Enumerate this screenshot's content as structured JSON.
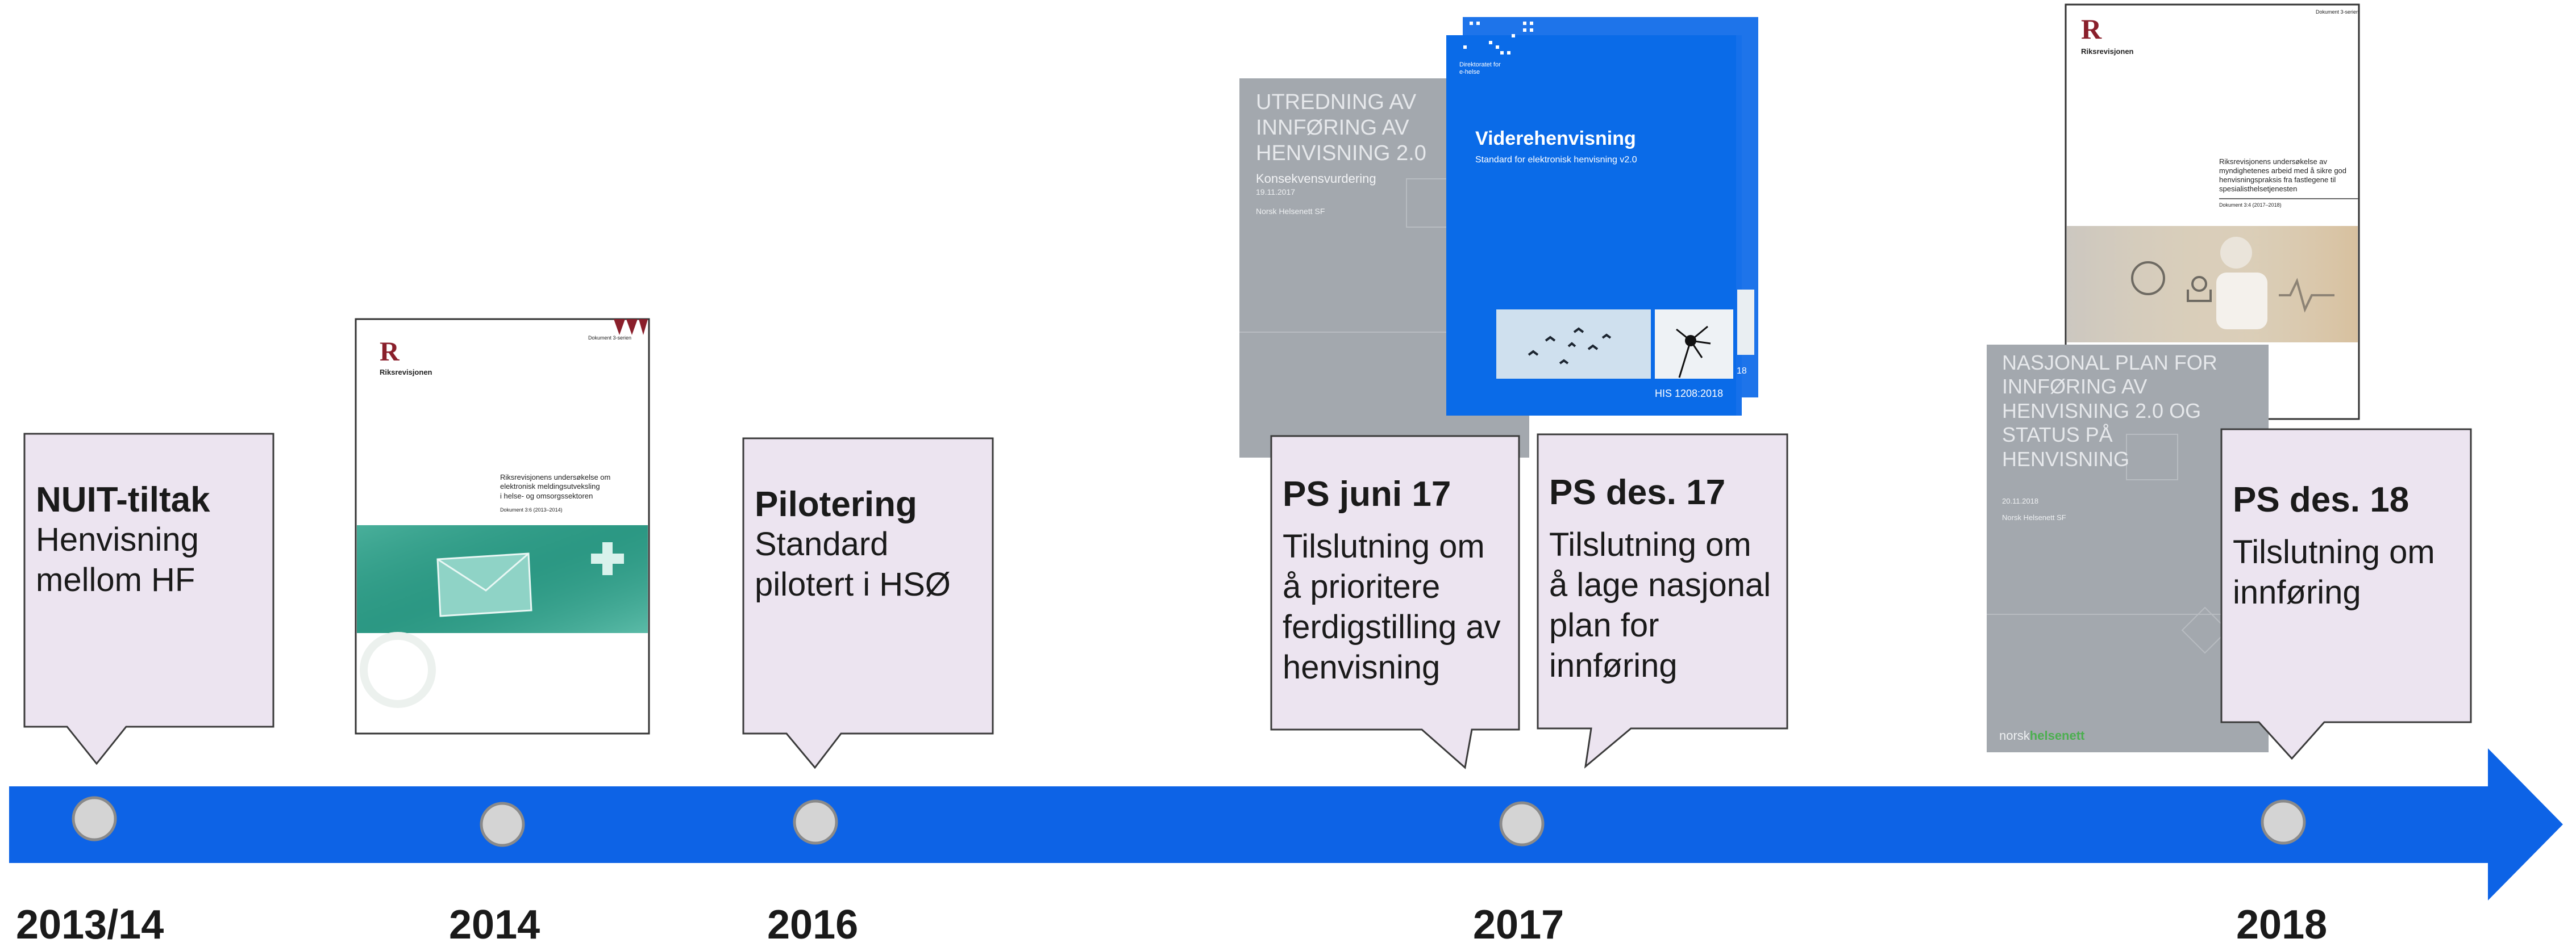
{
  "colors": {
    "arrow": "#0d63e6",
    "callout_fill": "#ece4f0",
    "callout_border": "#3a3a3a",
    "marker_fill": "#d4d4d4",
    "marker_stroke": "#8a8a8a",
    "doc_gray": "#a3a8ae",
    "doc_blue": "#0a6be8",
    "rr_red": "#8a1f2b",
    "green": "#4caf50"
  },
  "timeline": {
    "years": [
      {
        "label": "2013/14"
      },
      {
        "label": "2014"
      },
      {
        "label": "2016"
      },
      {
        "label": "2017"
      },
      {
        "label": "2018"
      }
    ]
  },
  "callouts": [
    {
      "title": "NUIT-tiltak",
      "body": "Henvisning\nmellom HF"
    },
    {
      "title": "Pilotering",
      "body": "Standard\npilotert i HSØ"
    },
    {
      "title": "PS juni 17",
      "body": "Tilslutning om\nå prioritere\nferdigstilling av\nhenvisning"
    },
    {
      "title": "PS des. 17",
      "body": "Tilslutning om\nå lage nasjonal\nplan for\ninnføring"
    },
    {
      "title": "PS des. 18",
      "body": "Tilslutning om\ninnføring"
    }
  ],
  "documents": {
    "rr_2014": {
      "logo": "R",
      "org": "Riksrevisjonen",
      "tag": "Dokument 3-serien",
      "title": "Riksrevisjonens undersøkelse om\nelektronisk meldingsutveksling\ni helse- og omsorgssektoren",
      "doc_no": "Dokument 3:6 (2013–2014)",
      "icon": "envelope-icon"
    },
    "utredning": {
      "title": "UTREDNING AV\nINNFØRING AV\nHENVISNING 2.0",
      "subtitle": "Konsekvensvurdering",
      "date": "19.11.2017",
      "org": "Norsk Helsenett SF"
    },
    "viderehenvisning": {
      "badge": "Direktoratet for\ne-helse",
      "title": "Viderehenvisning",
      "subtitle": "Standard for elektronisk henvisning v2.0",
      "code": "HIS 1208:2018",
      "code_tail": "18",
      "icon": "birds-icon"
    },
    "nasjonal_plan": {
      "title": "NASJONAL PLAN FOR\nINNFØRING AV\nHENVISNING 2.0 OG\nSTATUS PÅ\nHENVISNING",
      "date": "20.11.2018",
      "org": "Norsk Helsenett SF",
      "brand_a": "norsk",
      "brand_b": "helsenett"
    },
    "rr_2018": {
      "logo": "R",
      "org": "Riksrevisjonen",
      "tag": "Dokument 3-serien",
      "title": "Riksrevisjonens undersøkelse av\nmyndighetenes arbeid med å sikre god\nhenvisningspraksis fra fastlegene til\nspesialisthelsetjenesten",
      "doc_no": "Dokument 3:4 (2017–2018)",
      "icon": "doctor-patient-icon"
    }
  }
}
